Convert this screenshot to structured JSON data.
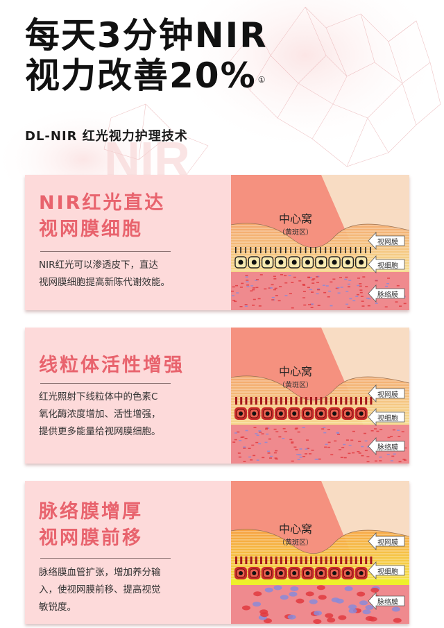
{
  "hero": {
    "line1": "每天3分钟NIR",
    "line2": "视力改善20%",
    "footnote_mark": "①",
    "subtitle": "DL-NIR 红光视力护理技术"
  },
  "colors": {
    "card_bg": "#fddada",
    "title_red": "#e8636d",
    "diagram_salmon": "#f5917f",
    "diagram_peach": "#f8dcc3",
    "retina_yellow": "#f6dd8c",
    "choroid_pink": "#ef8a8e"
  },
  "cards": [
    {
      "title_line1": "NIR红光直达",
      "title_line2": "视网膜细胞",
      "body": [
        "NIR红光可以渗透皮下，直达",
        "视网膜细胞提高新陈代谢效能。"
      ],
      "diagram": {
        "fovea": "中心窝",
        "macula": "（黄斑区）",
        "labels": [
          "视网膜",
          "视细胞",
          "脉络膜"
        ],
        "cell_count": 10,
        "state": "normal"
      }
    },
    {
      "title_line1": "线粒体活性增强",
      "title_line2": "",
      "body": [
        "红光照射下线粒体中的色素C",
        "氧化酶浓度增加、活性增强，",
        "提供更多能量给视网膜细胞。"
      ],
      "diagram": {
        "fovea": "中心窝",
        "macula": "（黄斑区）",
        "labels": [
          "视网膜",
          "视细胞",
          "脉络膜"
        ],
        "cell_count": 10,
        "state": "activated"
      }
    },
    {
      "title_line1": "脉络膜增厚",
      "title_line2": "视网膜前移",
      "body": [
        "脉络膜血管扩张，增加养分输",
        "入，使视网膜前移、提高视觉",
        "敏锐度。"
      ],
      "diagram": {
        "fovea": "中心窝",
        "macula": "（黄斑区）",
        "labels": [
          "视网膜",
          "视细胞",
          "脉络膜"
        ],
        "cell_count": 10,
        "state": "thickened"
      }
    }
  ]
}
